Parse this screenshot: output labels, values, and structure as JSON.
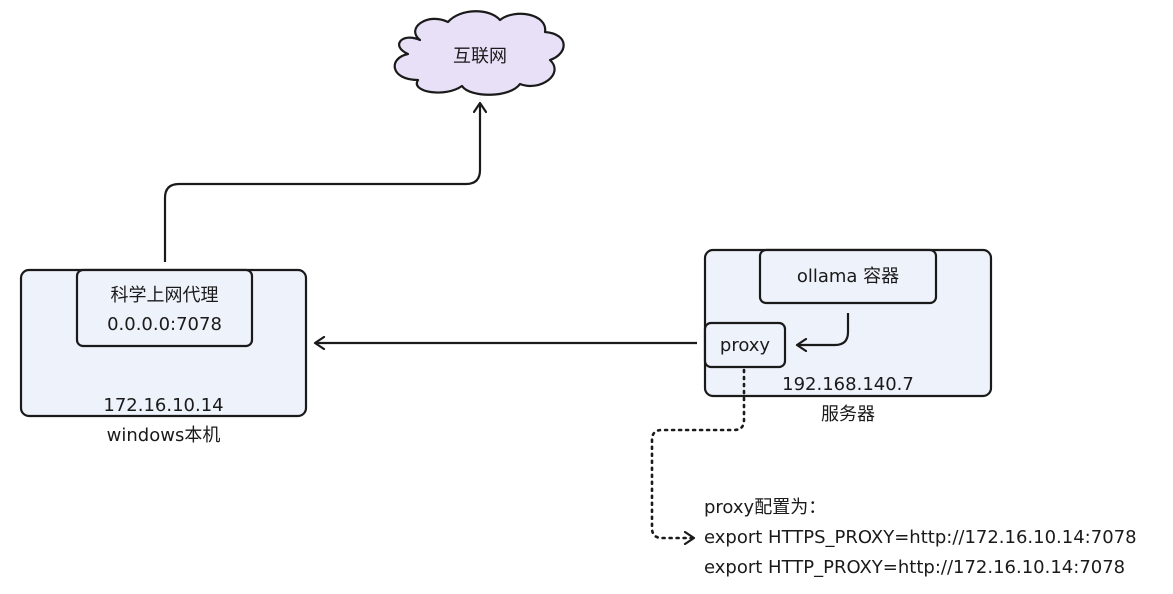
{
  "nodes": {
    "internet": {
      "label": "互联网"
    },
    "windows_host": {
      "ip": "172.16.10.14",
      "name": "windows本机",
      "proxy_service": {
        "name": "科学上网代理",
        "address": "0.0.0.0:7078"
      }
    },
    "server": {
      "ip": "192.168.140.7",
      "name": "服务器",
      "container": "ollama 容器",
      "proxy": "proxy"
    }
  },
  "note": {
    "title": "proxy配置为：",
    "lines": [
      "export HTTPS_PROXY=http://172.16.10.14:7078",
      "export HTTP_PROXY=http://172.16.10.14:7078"
    ]
  },
  "colors": {
    "box_fill": "#eef2fb",
    "cloud_fill": "#e8e0f7",
    "stroke": "#1a1a1a",
    "inner_fill": "#ffffff"
  }
}
